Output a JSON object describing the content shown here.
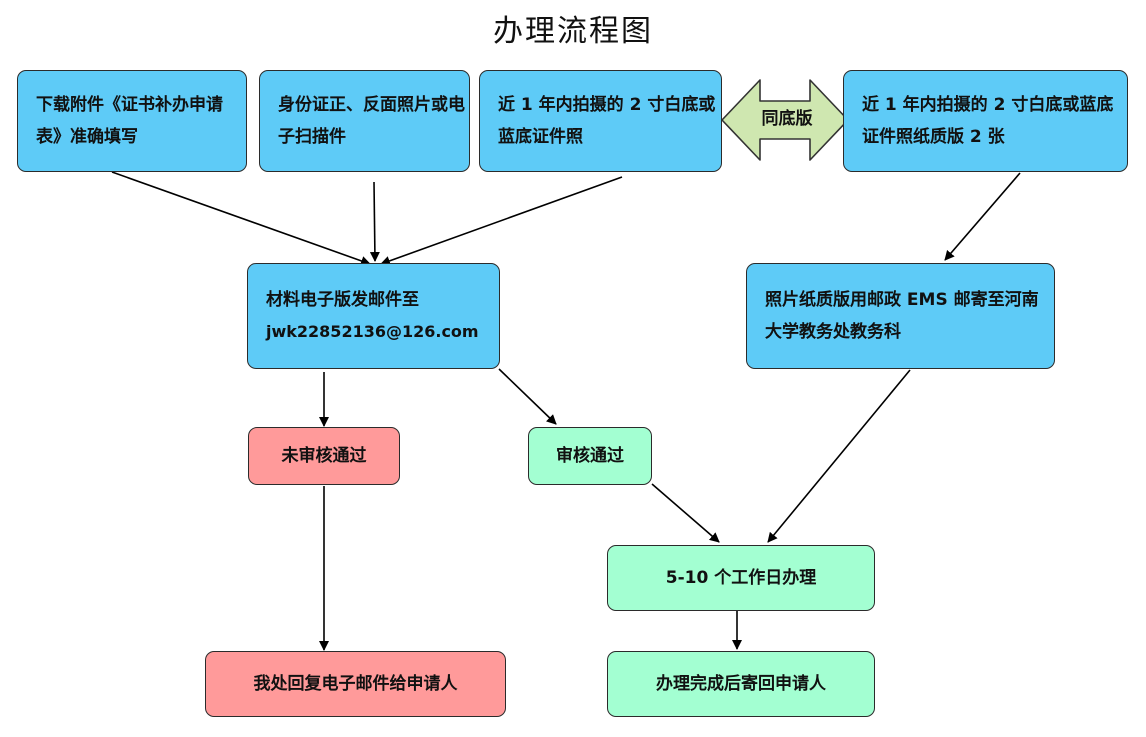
{
  "title": "办理流程图",
  "colors": {
    "blue": "#5ecbf7",
    "pink": "#ff9a9a",
    "mint": "#a3ffd2",
    "double_arrow": "#cfe7b0",
    "line": "#000000"
  },
  "nodes": {
    "download": "下载附件《证书补办申请表》准确填写",
    "id_card": "身份证正、反面照片或电子扫描件",
    "photo_digital": "近 1 年内拍摄的 2 寸白底或蓝底证件照",
    "same_version": "同底版",
    "photo_paper": "近 1 年内拍摄的 2 寸白底或蓝底证件照纸质版 2 张",
    "email_materials": {
      "line1": "材料电子版发邮件至",
      "line2": "jwk22852136@126.com"
    },
    "mail_paper": "照片纸质版用邮政 EMS 邮寄至河南大学教务处教务科",
    "not_approved": "未审核通过",
    "approved": "审核通过",
    "processing": "5-10 个工作日办理",
    "reply_email": "我处回复电子邮件给申请人",
    "send_back": "办理完成后寄回申请人"
  }
}
